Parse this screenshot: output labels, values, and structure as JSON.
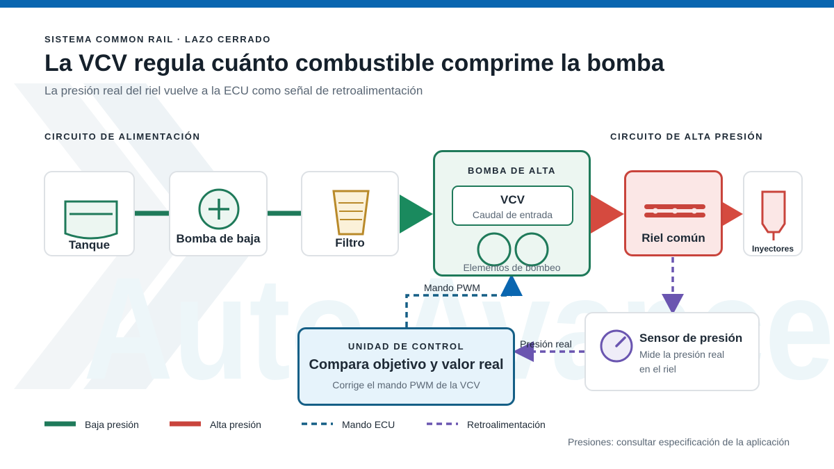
{
  "header": {
    "eyebrow": "SISTEMA COMMON RAIL · LAZO CERRADO",
    "title": "La VCV regula cuánto combustible comprime la bomba",
    "subtitle": "La presión real del riel vuelve a la ECU como señal de retroalimentación"
  },
  "sections": {
    "feed": "CIRCUITO DE ALIMENTACIÓN",
    "high": "CIRCUITO DE ALTA PRESIÓN"
  },
  "watermark": {
    "text": "Auto Avance"
  },
  "nodes": {
    "tank": {
      "label": "Tanque",
      "icon": "tank-icon"
    },
    "pump_low": {
      "label": "Bomba de baja",
      "icon": "plus-circle-icon"
    },
    "filter": {
      "label": "Filtro",
      "icon": "filter-icon"
    },
    "pump_high": {
      "heading": "BOMBA DE ALTA",
      "vcv_title": "VCV",
      "vcv_sub": "Caudal de entrada",
      "elements": "Elementos de bombeo"
    },
    "rail": {
      "label": "Riel común",
      "icon": "rail-icon"
    },
    "injectors": {
      "label": "Inyectores",
      "icon": "injector-icon"
    },
    "sensor": {
      "title": "Sensor de presión",
      "line1": "Mide la presión real",
      "line2": "en el riel",
      "icon": "gauge-icon"
    },
    "ecu": {
      "heading": "UNIDAD DE CONTROL",
      "title": "Compara objetivo y valor real",
      "sub": "Corrige el mando PWM de la VCV"
    }
  },
  "connections": {
    "pwm": "Mando PWM",
    "pressure": "Presión real"
  },
  "legend": {
    "low": "Baja presión",
    "high": "Alta presión",
    "ecu": "Mando ECU",
    "feedback": "Retroalimentación"
  },
  "note": "Presiones: consultar especificación de la aplicación",
  "colors": {
    "top_bar": "#0a66b0",
    "low_pressure": "#1f7a5a",
    "high_pressure": "#c9443c",
    "ecu_command": "#155f86",
    "feedback": "#6a55b0",
    "filter": "#b98a2a"
  }
}
